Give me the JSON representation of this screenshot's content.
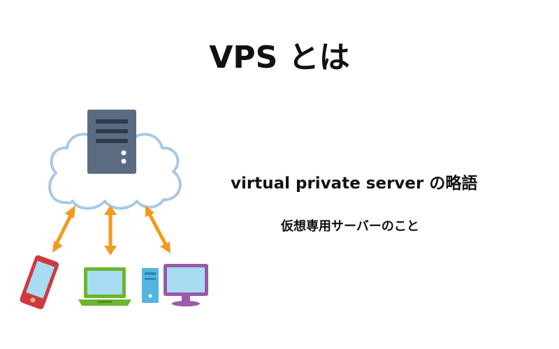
{
  "title": "VPS とは",
  "subtitle": "virtual private server の略語",
  "description": "仮想専用サーバーのこと",
  "illustration": {
    "icons": [
      "cloud-icon",
      "server-icon",
      "smartphone-icon",
      "laptop-icon",
      "desktop-computer-icon"
    ],
    "colors": {
      "cloud_fill": "#ffffff",
      "cloud_outline": "#a9c8e4",
      "server_body": "#5b6b82",
      "server_slot": "#2f3b4d",
      "arrow": "#f29a1d",
      "phone": "#d0393f",
      "laptop": "#6ab72e",
      "desktop_tower": "#55b4e0",
      "monitor": "#9a5aa6",
      "screen": "#a7dcf3"
    }
  }
}
